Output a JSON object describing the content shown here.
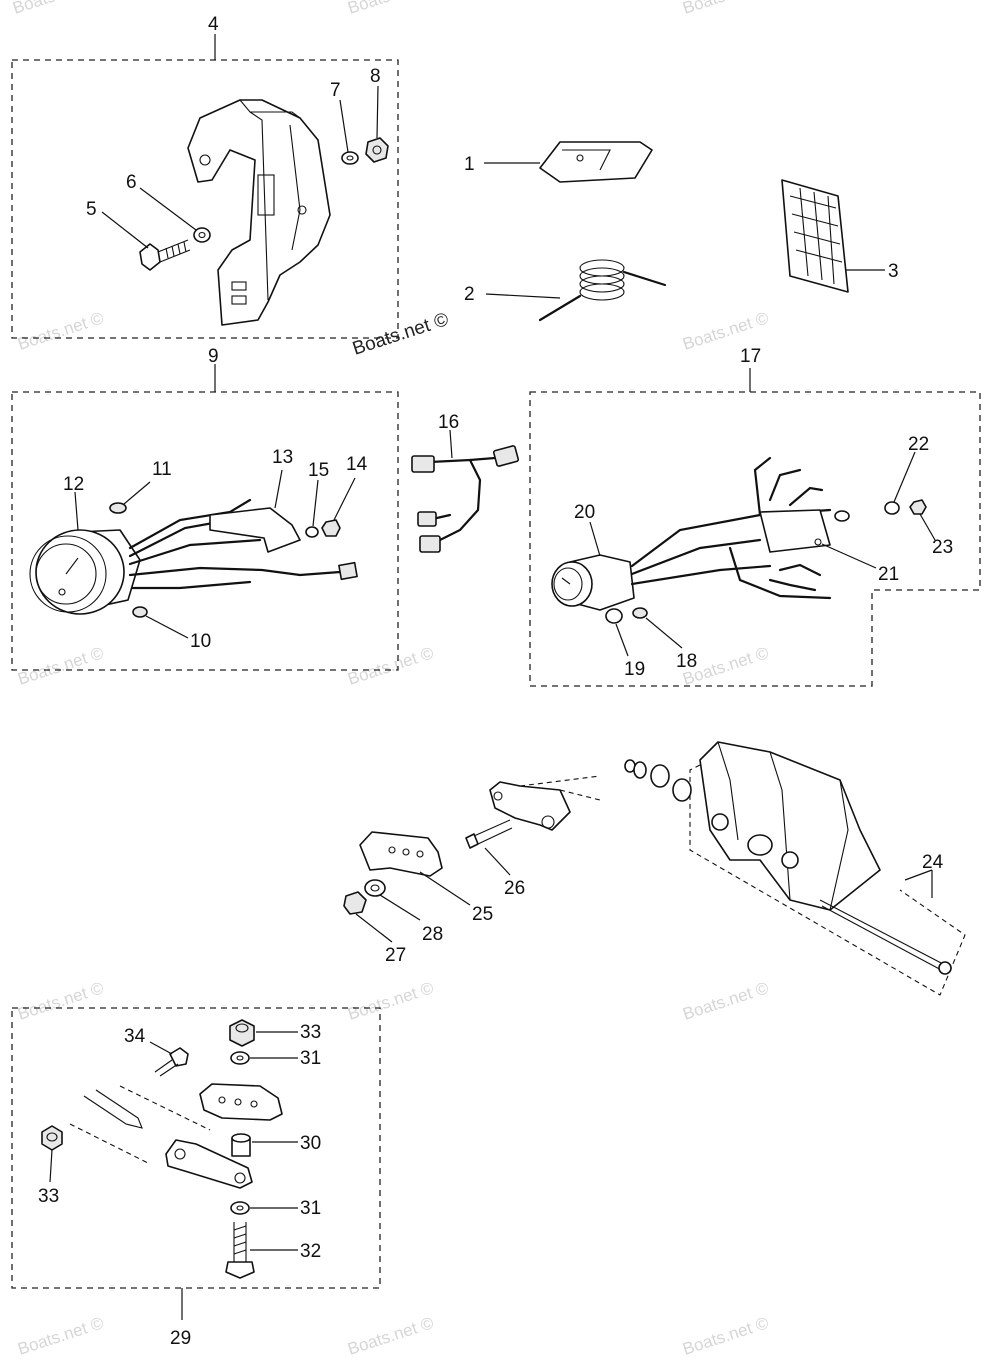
{
  "watermark": {
    "faint": "Boats.net ©",
    "dark": "Boats.net ©"
  },
  "callouts": {
    "c1": "1",
    "c2": "2",
    "c3": "3",
    "c4": "4",
    "c5": "5",
    "c6": "6",
    "c7": "7",
    "c8": "8",
    "c9": "9",
    "c10": "10",
    "c11": "11",
    "c12": "12",
    "c13": "13",
    "c14": "14",
    "c15": "15",
    "c16": "16",
    "c17": "17",
    "c18": "18",
    "c19": "19",
    "c20": "20",
    "c21": "21",
    "c22": "22",
    "c23": "23",
    "c24": "24",
    "c25": "25",
    "c26": "26",
    "c27": "27",
    "c28": "28",
    "c29": "29",
    "c30": "30",
    "c31a": "31",
    "c31b": "31",
    "c32": "32",
    "c33a": "33",
    "c33b": "33",
    "c34": "34"
  }
}
